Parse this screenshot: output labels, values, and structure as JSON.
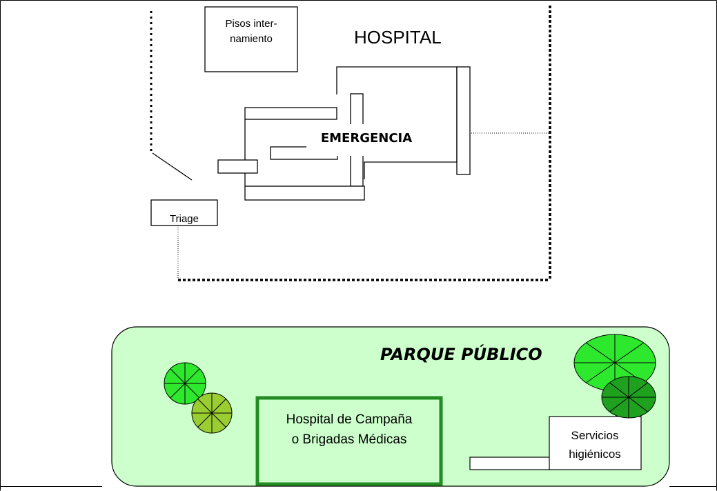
{
  "hospital": {
    "title": "HOSPITAL",
    "pisos_line1": "Pisos inter-",
    "pisos_line2": "namiento",
    "emergency_label": "EMERGENCIA",
    "triage_label": "Triage"
  },
  "park": {
    "title": "PARQUE PÚBLICO",
    "field_hospital_line1": "Hospital de Campaña",
    "field_hospital_line2": "o Brigadas Médicas",
    "services_line1": "Servicios",
    "services_line2": "higiénicos"
  },
  "colors": {
    "park_fill": "#ccffcc",
    "field_hospital_border": "#228b22",
    "tree_bright": "#2ee82e",
    "tree_olive": "#9acd32",
    "tree_dark": "#1fa01f",
    "line": "#000000"
  }
}
